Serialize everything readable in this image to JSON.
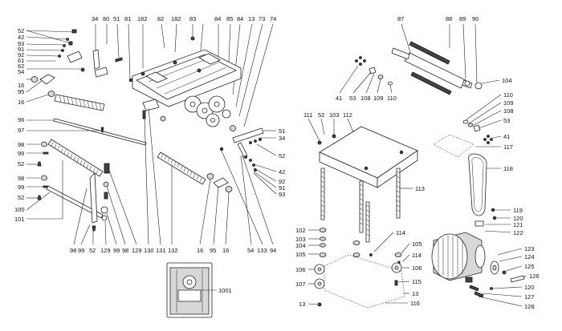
{
  "callouts": {
    "l52a": "52",
    "l42": "42",
    "l93": "93",
    "l91": "91",
    "l92": "92",
    "l61": "61",
    "l62": "62",
    "l54": "54",
    "l16a": "16",
    "l95a": "95",
    "l16b": "16",
    "l96": "96",
    "l97": "97",
    "l98a": "98",
    "l99a": "99",
    "l52b": "52",
    "l98b": "98",
    "l99b": "99",
    "l52c": "52",
    "l100": "100",
    "l101": "101",
    "t34": "34",
    "t80": "80",
    "t51": "51",
    "t81": "81",
    "t182a": "182",
    "t82": "82",
    "t182b": "182",
    "t83": "83",
    "t84a": "84",
    "t85": "85",
    "t84b": "84",
    "t13a": "13",
    "t73": "73",
    "t74": "74",
    "r51": "51",
    "r34": "34",
    "r52": "52",
    "r42": "42",
    "r92": "92",
    "r91": "91",
    "r93": "93",
    "b98": "98",
    "b99": "99",
    "b52": "52",
    "b129a": "129",
    "b99b": "99",
    "b98b": "98",
    "b129b": "129",
    "b130": "130",
    "b131": "131",
    "b132": "132",
    "b16a": "16",
    "b95": "95",
    "b16b": "16",
    "b54": "54",
    "b133": "133",
    "b94": "94",
    "b1001": "1001",
    "m41": "41",
    "m53": "53",
    "m108": "108",
    "m109": "109",
    "m110": "110",
    "m111": "111",
    "m52": "52",
    "m103": "103",
    "m112": "112",
    "m113": "113",
    "m102": "102",
    "m103b": "103",
    "m104": "104",
    "m105": "105",
    "m106": "106",
    "m107": "107",
    "m13": "13",
    "m114": "114",
    "m105b": "105",
    "m114b": "114",
    "m106b": "106",
    "m115": "115",
    "m13b": "13",
    "m116": "116",
    "t87": "87",
    "t88": "88",
    "t89": "89",
    "t90": "90",
    "x104": "104",
    "x110": "110",
    "x109": "109",
    "x108": "108",
    "x53": "53",
    "x41": "41",
    "x117": "117",
    "x118": "118",
    "x119": "119",
    "x120": "120",
    "x121": "121",
    "x122": "122",
    "x123": "123",
    "x124": "124",
    "x125": "125",
    "x126": "126",
    "x120b": "120",
    "x127": "127",
    "x128": "128"
  }
}
